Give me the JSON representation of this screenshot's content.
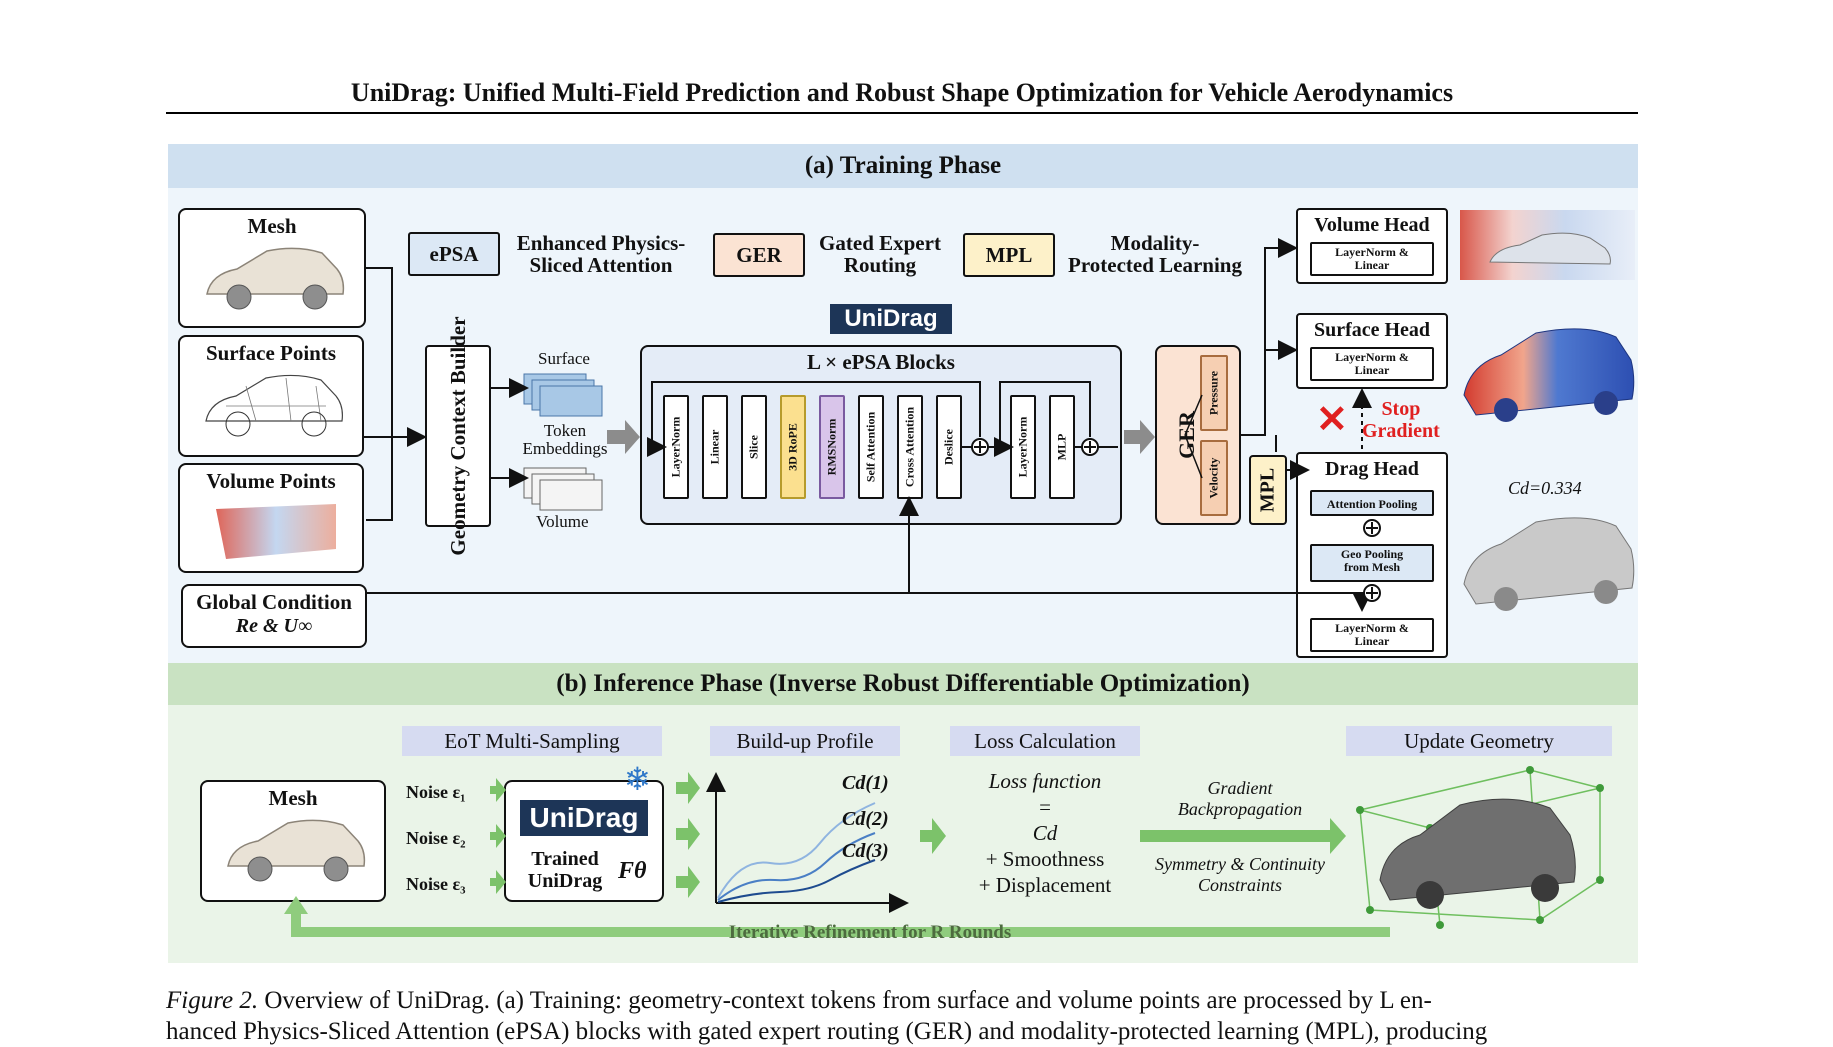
{
  "header": {
    "title": "UniDrag: Unified Multi-Field Prediction and Robust Shape Optimization for Vehicle Aerodynamics"
  },
  "training": {
    "title": "(a) Training Phase",
    "inputs": {
      "mesh": "Mesh",
      "surface": "Surface Points",
      "volume": "Volume Points",
      "global": "Global Condition",
      "global_sub": "Re & U∞"
    },
    "gcb": "Geometry Context Builder",
    "tokens": {
      "surface": "Surface",
      "token": "Token",
      "embeddings": "Embeddings",
      "volume": "Volume"
    },
    "legend": [
      {
        "abbr": "ePSA",
        "line1": "Enhanced Physics-",
        "line2": "Sliced Attention",
        "color": "#dce8f5"
      },
      {
        "abbr": "GER",
        "line1": "Gated Expert",
        "line2": "Routing",
        "color": "#fbe3d3"
      },
      {
        "abbr": "MPL",
        "line1": "Modality-",
        "line2": "Protected Learning",
        "color": "#fdf1c9"
      }
    ],
    "logo": "UniDrag",
    "blocks_title": "L × ePSA Blocks",
    "layers": [
      "LayerNorm",
      "Linear",
      "Slice",
      "3D RoPE",
      "RMSNorm",
      "Self Attention",
      "Cross Attention",
      "Deslice",
      "LayerNorm",
      "MLP"
    ],
    "ger": {
      "label": "GER",
      "pressure": "Pressure",
      "velocity": "Velocity"
    },
    "mpl": "MPL",
    "volume_head": {
      "title": "Volume Head",
      "inner1": "LayerNorm &",
      "inner2": "Linear"
    },
    "surface_head": {
      "title": "Surface Head",
      "inner1": "LayerNorm &",
      "inner2": "Linear"
    },
    "stop": {
      "line1": "Stop",
      "line2": "Gradient"
    },
    "drag_head": {
      "title": "Drag Head",
      "attn": "Attention Pooling",
      "geo1": "Geo Pooling",
      "geo2": "from Mesh",
      "ln1": "LayerNorm &",
      "ln2": "Linear"
    },
    "cd": "Cd=0.334"
  },
  "inference": {
    "title": "(b) Inference Phase (Inverse Robust Differentiable Optimization)",
    "stages": [
      "EoT Multi-Sampling",
      "Build-up Profile",
      "Loss Calculation",
      "Update Geometry"
    ],
    "mesh": "Mesh",
    "noises": [
      "Noise ε₁",
      "Noise ε₂",
      "Noise ε₃"
    ],
    "trained1": "Trained",
    "trained2": "UniDrag",
    "f_theta": "Fθ",
    "curve_labels": [
      "Cd(1)",
      "Cd(2)",
      "Cd(3)"
    ],
    "loss": {
      "l1": "Loss function",
      "l2": "=",
      "l3": "Cd",
      "l4": "+ Smoothness",
      "l5": "+ Displacement"
    },
    "grad1": "Gradient",
    "grad2": "Backpropagation",
    "sym1": "Symmetry & Continuity",
    "sym2": "Constraints",
    "iter": "Iterative Refinement for R Rounds"
  },
  "caption": {
    "label": "Figure 2.",
    "line1": "Overview of UniDrag. (a) Training: geometry-context tokens from surface and volume points are processed by L en-",
    "line2": "hanced Physics-Sliced Attention (ePSA) blocks with gated expert routing (GER) and modality-protected learning (MPL), producing"
  }
}
